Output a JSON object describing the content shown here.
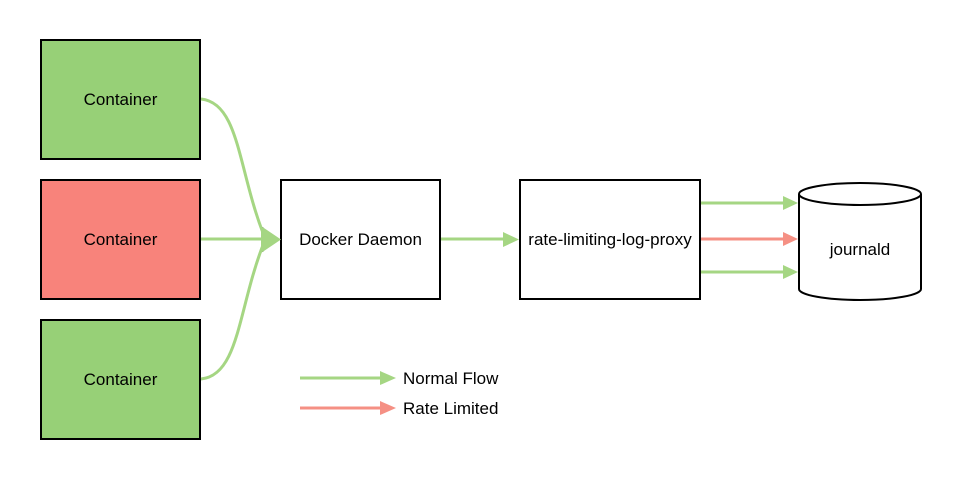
{
  "diagram": {
    "nodes": {
      "container_top": {
        "label": "Container",
        "fill": "#97D077"
      },
      "container_middle": {
        "label": "Container",
        "fill": "#F8837B"
      },
      "container_bottom": {
        "label": "Container",
        "fill": "#97D077"
      },
      "docker_daemon": {
        "label": "Docker Daemon",
        "fill": "#FFFFFF"
      },
      "log_proxy": {
        "label": "rate-limiting-log-proxy",
        "fill": "#FFFFFF"
      },
      "journald": {
        "label": "journald",
        "fill": "#FFFFFF",
        "shape": "cylinder"
      }
    },
    "edges": [
      {
        "from": "container_top",
        "to": "docker_daemon",
        "type": "normal"
      },
      {
        "from": "container_middle",
        "to": "docker_daemon",
        "type": "normal"
      },
      {
        "from": "container_bottom",
        "to": "docker_daemon",
        "type": "normal"
      },
      {
        "from": "docker_daemon",
        "to": "log_proxy",
        "type": "normal"
      },
      {
        "from": "log_proxy",
        "to": "journald",
        "type": "normal"
      },
      {
        "from": "log_proxy",
        "to": "journald",
        "type": "rate_limited"
      },
      {
        "from": "log_proxy",
        "to": "journald",
        "type": "normal"
      }
    ],
    "legend": {
      "items": [
        {
          "label": "Normal Flow",
          "color": "#A5D683"
        },
        {
          "label": "Rate Limited",
          "color": "#F59084"
        }
      ]
    },
    "colors": {
      "normal_flow": "#A5D683",
      "rate_limited": "#F59084",
      "green_fill": "#97D077",
      "red_fill": "#F8837B",
      "border": "#000000",
      "connector_tick": "#4D4D4D",
      "background": "#FFFFFF"
    }
  }
}
